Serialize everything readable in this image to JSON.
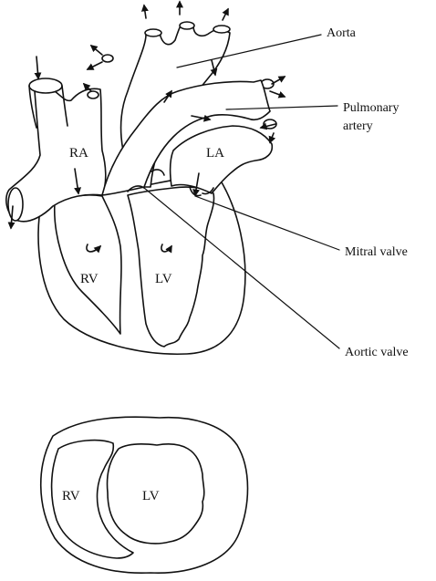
{
  "labels": {
    "ra": "RA",
    "la": "LA",
    "rv": "RV",
    "lv": "LV",
    "aorta": "Aorta",
    "pulmonary_line1": "Pulmonary",
    "pulmonary_line2": "artery",
    "mitral_valve": "Mitral valve",
    "aortic_valve": "Aortic valve",
    "section_rv": "RV",
    "section_lv": "LV"
  },
  "colors": {
    "ink": "#111111",
    "background": "#ffffff",
    "stipple": "#222222"
  }
}
